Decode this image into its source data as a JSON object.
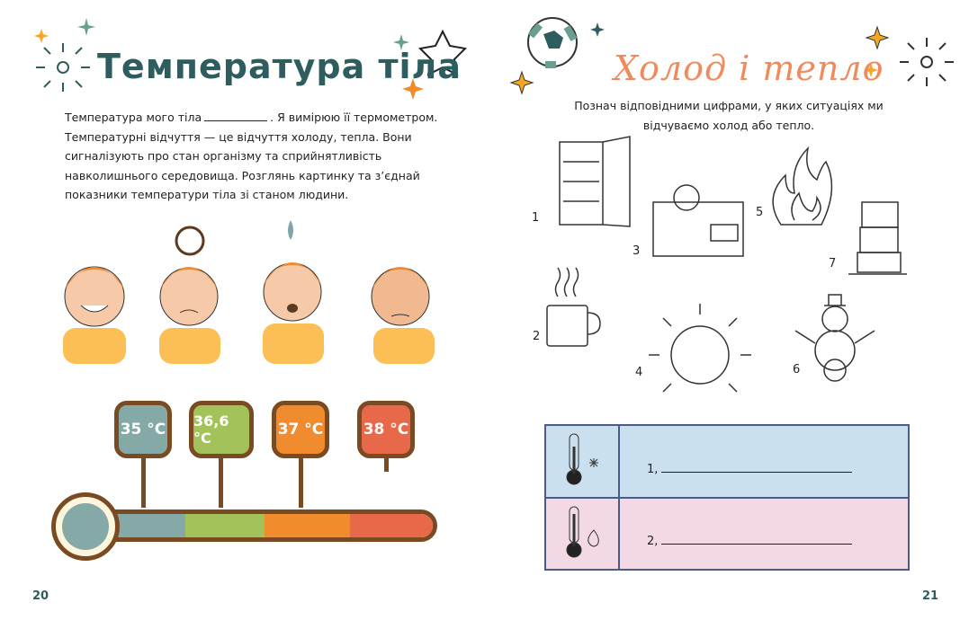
{
  "left_page": {
    "title": "Температура тіла",
    "intro_part1": "Температура мого тіла",
    "intro_part2": ". Я вимірюю її термометром.",
    "intro_rest": "Температурні відчуття — це відчуття холоду, тепла. Вони сигналізують про стан організму та сприйнятливість навколишнього середовища. Розглянь картинку та з’єднай показники температури тіла зі станом людини.",
    "temperatures": [
      {
        "label": "35 °C",
        "color": "#85a9a6"
      },
      {
        "label": "36,6 °C",
        "color": "#a3c35a"
      },
      {
        "label": "37 °C",
        "color": "#f08c2e"
      },
      {
        "label": "38 °C",
        "color": "#e8684a"
      }
    ],
    "page_number": "20"
  },
  "right_page": {
    "title": "Холод і тепло",
    "instruction": "Познач відповідними цифрами, у яких ситуаціях ми відчуваємо холод або тепло.",
    "pictures": [
      {
        "number": "1",
        "icon": "fridge-icon"
      },
      {
        "number": "2",
        "icon": "hot-mug-icon"
      },
      {
        "number": "3",
        "icon": "sick-child-icon"
      },
      {
        "number": "4",
        "icon": "sun-icon"
      },
      {
        "number": "5",
        "icon": "fire-icon"
      },
      {
        "number": "6",
        "icon": "snowman-icon"
      },
      {
        "number": "7",
        "icon": "ice-cubes-icon"
      }
    ],
    "answers": [
      {
        "prefix": "1,",
        "icon": "cold-thermometer-icon",
        "color": "#cbe0ee"
      },
      {
        "prefix": "2,",
        "icon": "hot-thermometer-icon",
        "color": "#f3d9e4"
      }
    ],
    "page_number": "21"
  }
}
